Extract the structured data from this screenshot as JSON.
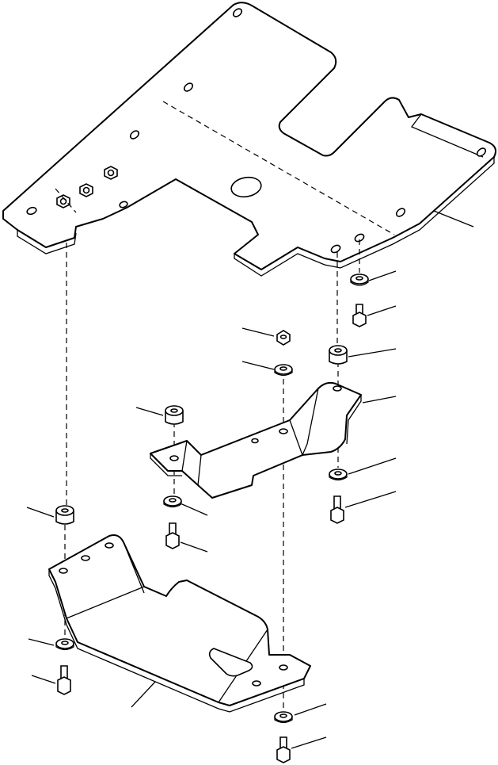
{
  "figure": {
    "parts": [
      "floor-plate",
      "center-bracket",
      "lower-guard-plate"
    ],
    "hardware": [
      "washer",
      "bolt",
      "spacer",
      "nut"
    ]
  }
}
